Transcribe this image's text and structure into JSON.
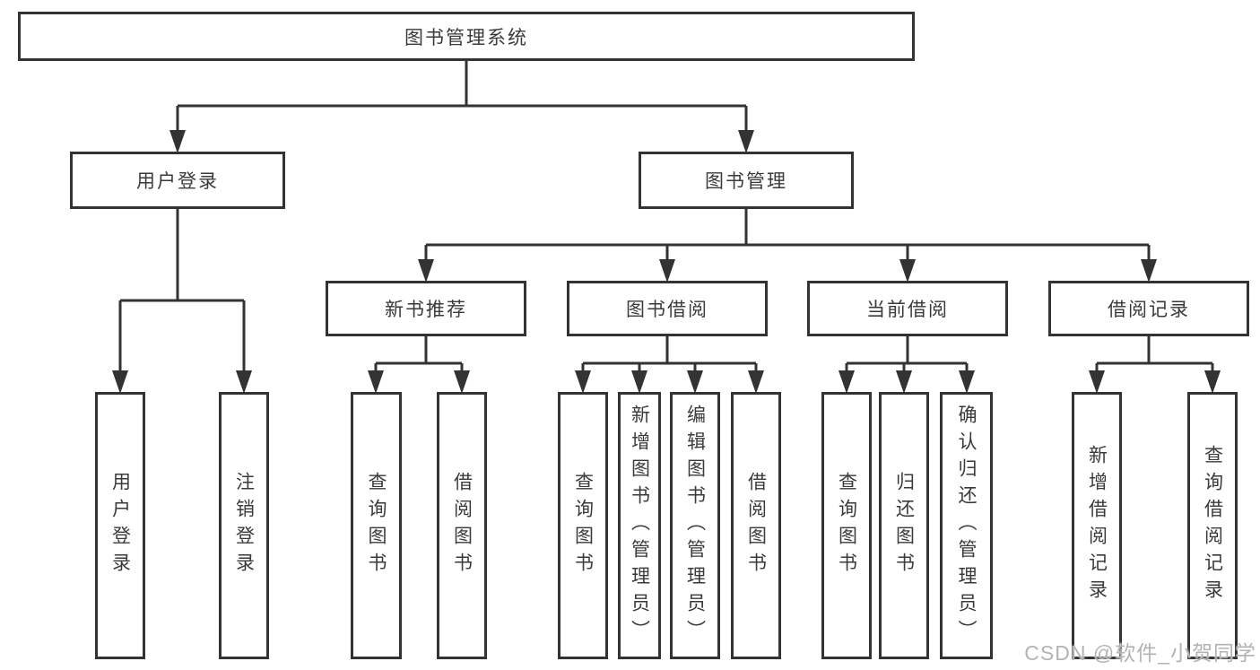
{
  "colors": {
    "line": "#333333",
    "text": "#3a3a3a",
    "watermark": "#b3b3b3",
    "background": "#ffffff"
  },
  "diagram": {
    "root": {
      "label": "图书管理系统"
    },
    "branches": [
      {
        "label": "用户登录",
        "children": [
          {
            "label": "用户登录"
          },
          {
            "label": "注销登录"
          }
        ]
      },
      {
        "label": "图书管理",
        "children": [
          {
            "label": "新书推荐",
            "children": [
              {
                "label": "查询图书"
              },
              {
                "label": "借阅图书"
              }
            ]
          },
          {
            "label": "图书借阅",
            "children": [
              {
                "label": "查询图书"
              },
              {
                "label": "新增图书（管理员）"
              },
              {
                "label": "编辑图书（管理员）"
              },
              {
                "label": "借阅图书"
              }
            ]
          },
          {
            "label": "当前借阅",
            "children": [
              {
                "label": "查询图书"
              },
              {
                "label": "归还图书"
              },
              {
                "label": "确认归还（管理员）"
              }
            ]
          },
          {
            "label": "借阅记录",
            "children": [
              {
                "label": "新增借阅记录"
              },
              {
                "label": "查询借阅记录"
              }
            ]
          }
        ]
      }
    ]
  },
  "watermark": {
    "text": "CSDN @软件_小贺同学"
  }
}
